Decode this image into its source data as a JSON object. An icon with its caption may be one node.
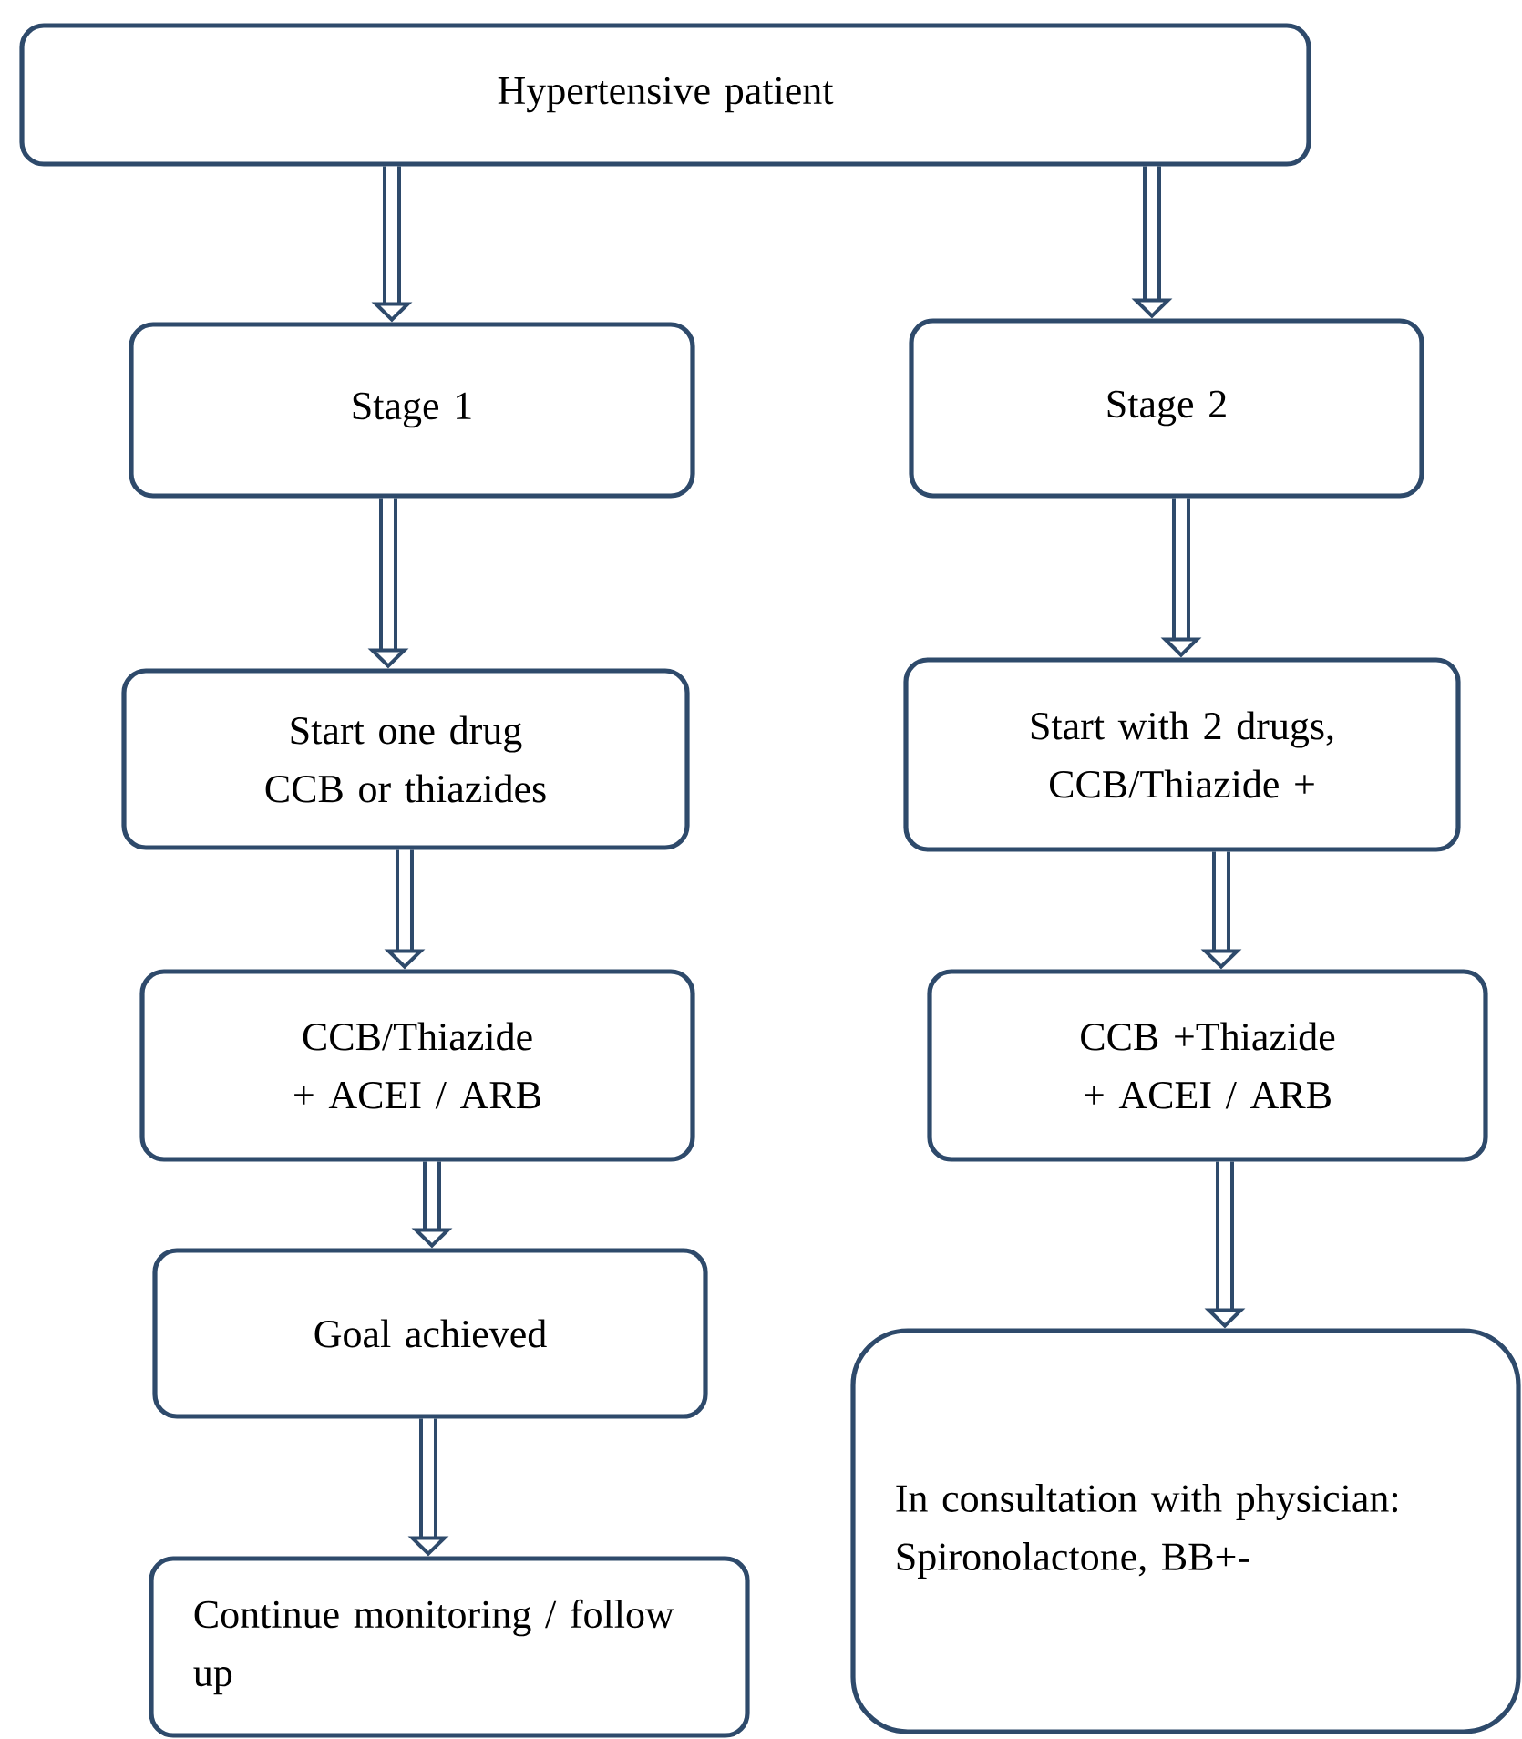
{
  "diagram": {
    "nodes": [
      {
        "text": [
          "Hypertensive patient"
        ]
      },
      {
        "text": [
          "Stage 1"
        ]
      },
      {
        "text": [
          "Stage 2"
        ]
      },
      {
        "text": [
          "Start one drug CCB or thiazides"
        ]
      },
      {
        "text": [
          "Start with 2 drugs, CCB/Thiazide +"
        ]
      },
      {
        "text": [
          "CCB/Thiazide + ACEI / ARB"
        ]
      },
      {
        "text": [
          "CCB +Thiazide + ACEI / ARB"
        ]
      },
      {
        "text": [
          "Goal achieved"
        ]
      },
      {
        "text": [
          "Continue monitoring / follow up"
        ]
      },
      {
        "text": [
          "In consultation with physician: Spironolactone, BB+-"
        ]
      }
    ],
    "edges": [
      {
        "from": 0,
        "to": 1,
        "arrow": "to"
      },
      {
        "from": 0,
        "to": 2,
        "arrow": "to"
      },
      {
        "from": 1,
        "to": 3,
        "arrow": "to"
      },
      {
        "from": 2,
        "to": 4,
        "arrow": "to"
      },
      {
        "from": 3,
        "to": 5,
        "arrow": "to"
      },
      {
        "from": 4,
        "to": 6,
        "arrow": "to"
      },
      {
        "from": 5,
        "to": 7,
        "arrow": "to"
      },
      {
        "from": 6,
        "to": 9,
        "arrow": "to"
      },
      {
        "from": 7,
        "to": 8,
        "arrow": "to"
      }
    ]
  }
}
